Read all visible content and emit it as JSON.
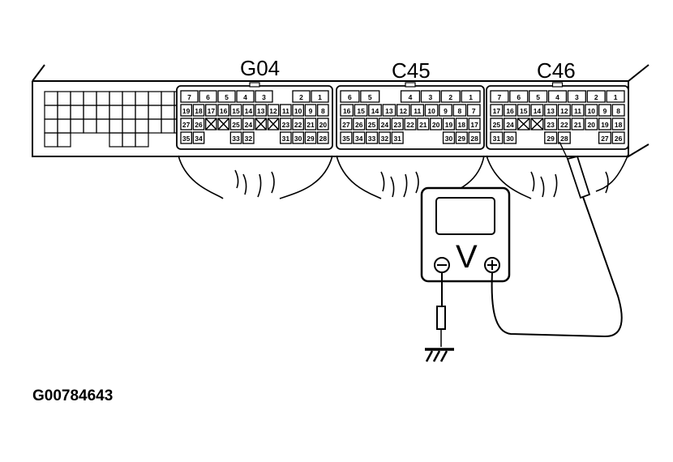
{
  "connectors": [
    {
      "label": "G04",
      "rows": [
        [
          "7",
          "6",
          "5",
          "4",
          "3",
          "",
          "2",
          "1"
        ],
        [
          "19",
          "18",
          "17",
          "16",
          "15",
          "14",
          "13",
          "12",
          "11",
          "10",
          "9",
          "8"
        ],
        [
          "27",
          "26",
          "X",
          "X",
          "25",
          "24",
          "X",
          "X",
          "23",
          "22",
          "21",
          "20"
        ],
        [
          "35",
          "34",
          "",
          "",
          "33",
          "32",
          "",
          "",
          "31",
          "30",
          "29",
          "28"
        ]
      ]
    },
    {
      "label": "C45",
      "rows": [
        [
          "6",
          "5",
          "",
          "4",
          "3",
          "2",
          "1"
        ],
        [
          "16",
          "15",
          "14",
          "13",
          "12",
          "11",
          "10",
          "9",
          "8",
          "7"
        ],
        [
          "27",
          "26",
          "25",
          "24",
          "23",
          "22",
          "21",
          "20",
          "19",
          "18",
          "17"
        ],
        [
          "35",
          "34",
          "33",
          "32",
          "31",
          "",
          "",
          "",
          "30",
          "29",
          "28"
        ]
      ]
    },
    {
      "label": "C46",
      "rows": [
        [
          "7",
          "6",
          "5",
          "4",
          "3",
          "2",
          "1"
        ],
        [
          "17",
          "16",
          "15",
          "14",
          "13",
          "12",
          "11",
          "10",
          "9",
          "8"
        ],
        [
          "25",
          "24",
          "X",
          "X",
          "23",
          "22",
          "21",
          "20",
          "19",
          "18"
        ],
        [
          "31",
          "30",
          "",
          "",
          "29",
          "28",
          "",
          "",
          "27",
          "26"
        ]
      ]
    }
  ],
  "meter": {
    "symbol": "V",
    "minus": "⊖",
    "plus": "⊕"
  },
  "figure_code": "G00784643"
}
